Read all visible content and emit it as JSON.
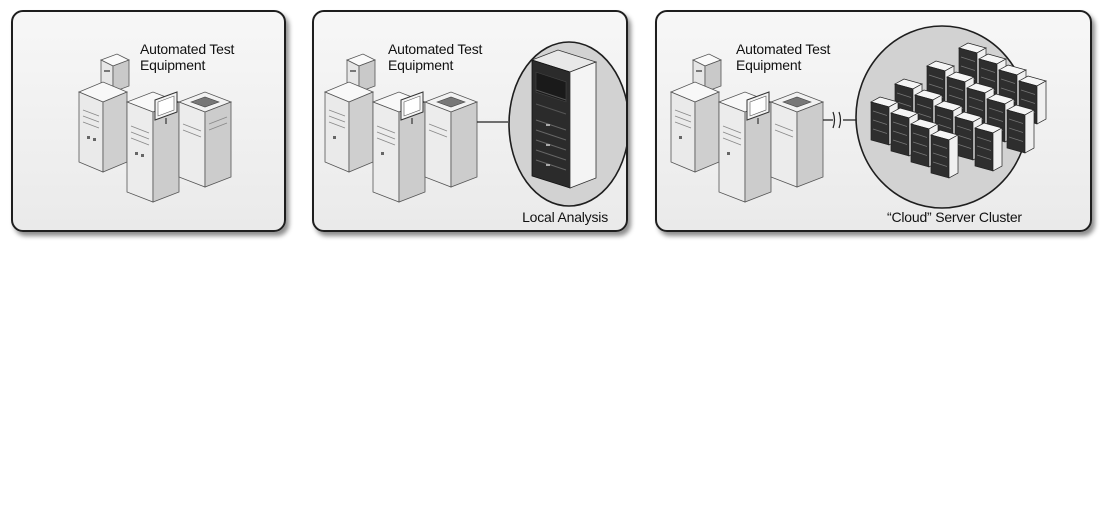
{
  "panels": [
    {
      "ate_label": "Automated Test Equipment",
      "caption": ""
    },
    {
      "ate_label": "Automated Test Equipment",
      "caption": "Local Analysis"
    },
    {
      "ate_label": "Automated Test Equipment",
      "caption": "“Cloud” Server Cluster"
    }
  ],
  "colors": {
    "panel_border": "#1e1e1e",
    "equipment_light": "#f2f2f2",
    "equipment_shade": "#c8c8c8",
    "rack_dark": "#2b2b2b",
    "bubble_fill": "#d4d4d4"
  }
}
